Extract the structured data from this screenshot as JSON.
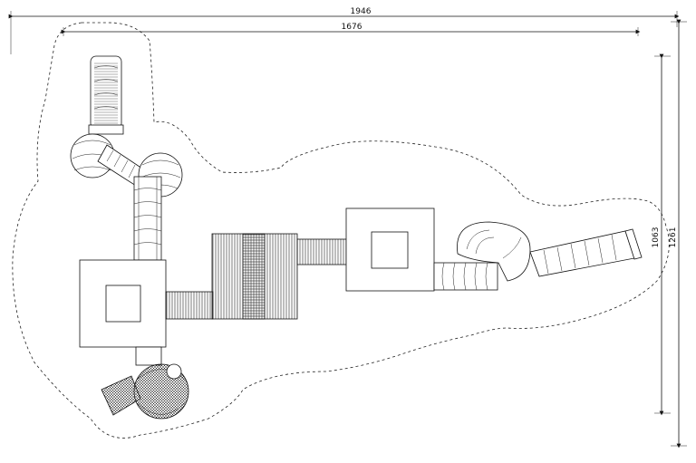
{
  "dimensions": {
    "overall_width": "1946",
    "inner_width": "1676",
    "inner_height": "1063",
    "overall_height": "1261"
  }
}
